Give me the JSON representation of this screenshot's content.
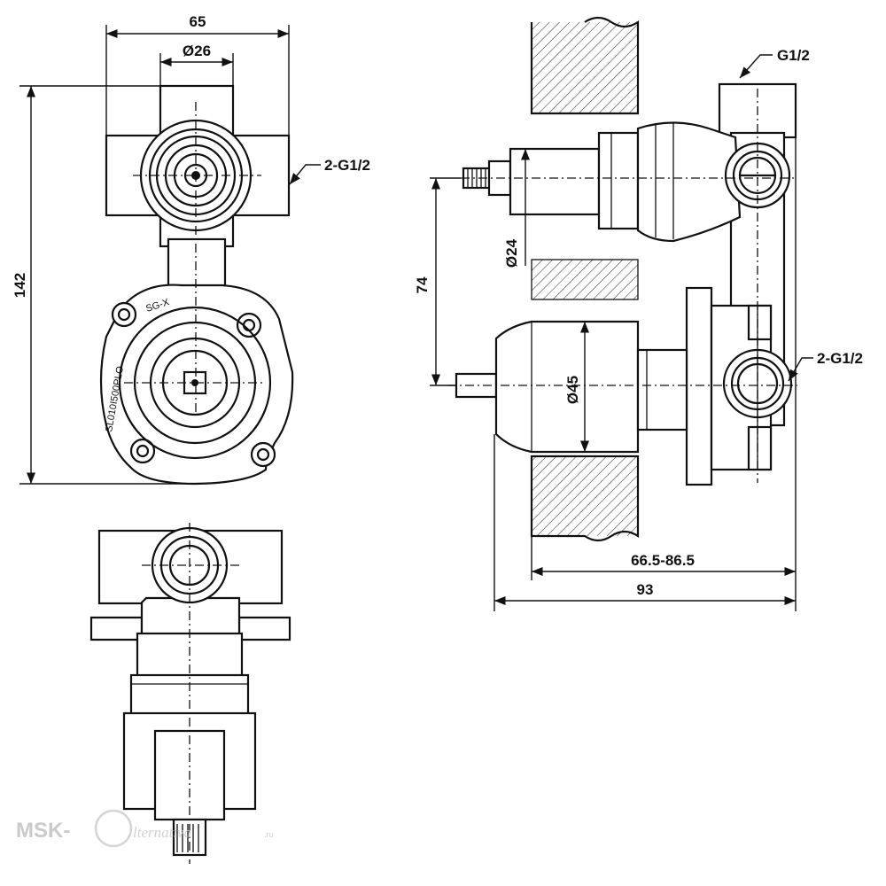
{
  "dimensions": {
    "width_65": "65",
    "dia_26": "Ø26",
    "height_142": "142",
    "inlet_2g12_front": "2-G1/2",
    "outlet_g12": "G1/2",
    "dia_24": "Ø24",
    "height_74": "74",
    "dia_45": "Ø45",
    "inlet_2g12_side": "2-G1/2",
    "depth_range": "66.5-86.5",
    "depth_93": "93"
  },
  "body_markings": {
    "model": "SG-X",
    "serial": "SL010I500PLO"
  },
  "watermark": {
    "brand": "MSK-",
    "script": "lternativa",
    "domain": ".ru"
  },
  "colors": {
    "line": "#111111",
    "watermark": "#c8c8c8",
    "background": "#ffffff"
  }
}
